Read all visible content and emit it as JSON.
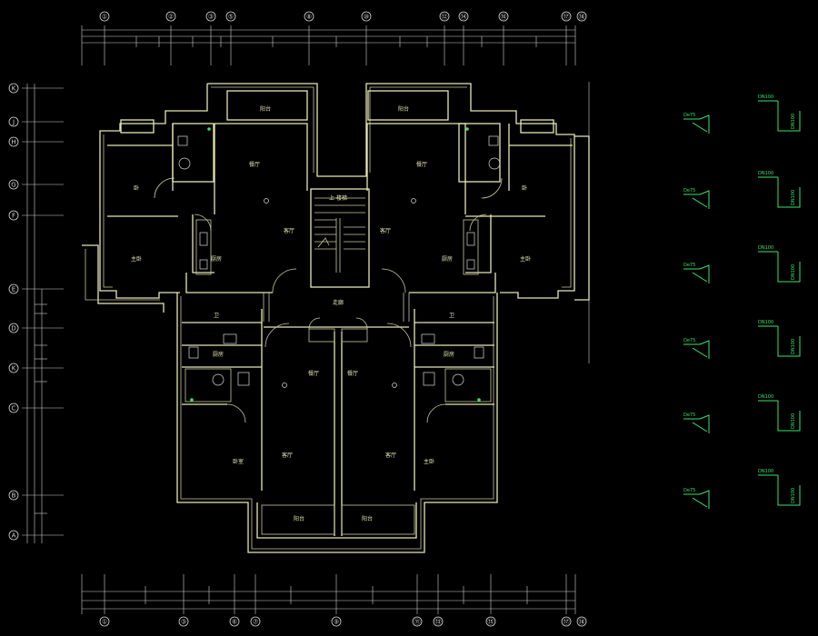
{
  "drawing": {
    "top_axes": [
      "①",
      "②",
      "③",
      "⑤",
      "⑧",
      "⑩",
      "⑫",
      "⑭",
      "⑯",
      "⑰",
      "⑱"
    ],
    "bottom_axes": [
      "①",
      "③",
      "⑥",
      "⑦",
      "⑨",
      "⑪",
      "⑬",
      "⑮",
      "⑰",
      "⑱"
    ],
    "left_axes": [
      "K",
      "J",
      "H",
      "G",
      "F",
      "E",
      "D",
      "K",
      "C",
      "B",
      "A"
    ],
    "rooms": [
      {
        "key": "balcony-nw",
        "label": "阳台"
      },
      {
        "key": "balcony-ne",
        "label": "阳台"
      },
      {
        "key": "bedroom-w1",
        "label": "卧"
      },
      {
        "key": "bedroom-e1",
        "label": "卧"
      },
      {
        "key": "master-w",
        "label": "主卧"
      },
      {
        "key": "master-e",
        "label": "主卧"
      },
      {
        "key": "dining-w",
        "label": "餐厅"
      },
      {
        "key": "dining-e",
        "label": "餐厅"
      },
      {
        "key": "living-w",
        "label": "客厅"
      },
      {
        "key": "living-e",
        "label": "客厅"
      },
      {
        "key": "kitchen-w",
        "label": "厨房"
      },
      {
        "key": "kitchen-e",
        "label": "厨房"
      },
      {
        "key": "stair",
        "label": "上 楼梯"
      },
      {
        "key": "hall",
        "label": "走廊"
      },
      {
        "key": "bath-w",
        "label": "卫"
      },
      {
        "key": "bath-e",
        "label": "卫"
      },
      {
        "key": "dining-sw",
        "label": "餐厅"
      },
      {
        "key": "dining-se",
        "label": "餐厅"
      },
      {
        "key": "kitchen-sw",
        "label": "厨房"
      },
      {
        "key": "kitchen-se",
        "label": "厨房"
      },
      {
        "key": "bedroom-sw",
        "label": "卧室"
      },
      {
        "key": "bedroom-se",
        "label": "主卧"
      },
      {
        "key": "living-sw",
        "label": "客厅"
      },
      {
        "key": "living-se",
        "label": "客厅"
      },
      {
        "key": "balcony-sw",
        "label": "阳台"
      },
      {
        "key": "balcony-se",
        "label": "阳台"
      }
    ],
    "pipe_labels_left": [
      "De75",
      "De75",
      "De75",
      "De75",
      "De75",
      "De75"
    ],
    "pipe_labels_right": [
      "DN100",
      "DN100",
      "DN100",
      "DN100",
      "DN100",
      "DN100"
    ]
  },
  "colors": {
    "wall": "#e6e6b4",
    "dimension": "#cfcfcf",
    "pipe": "#39e36b",
    "background": "#000000"
  }
}
